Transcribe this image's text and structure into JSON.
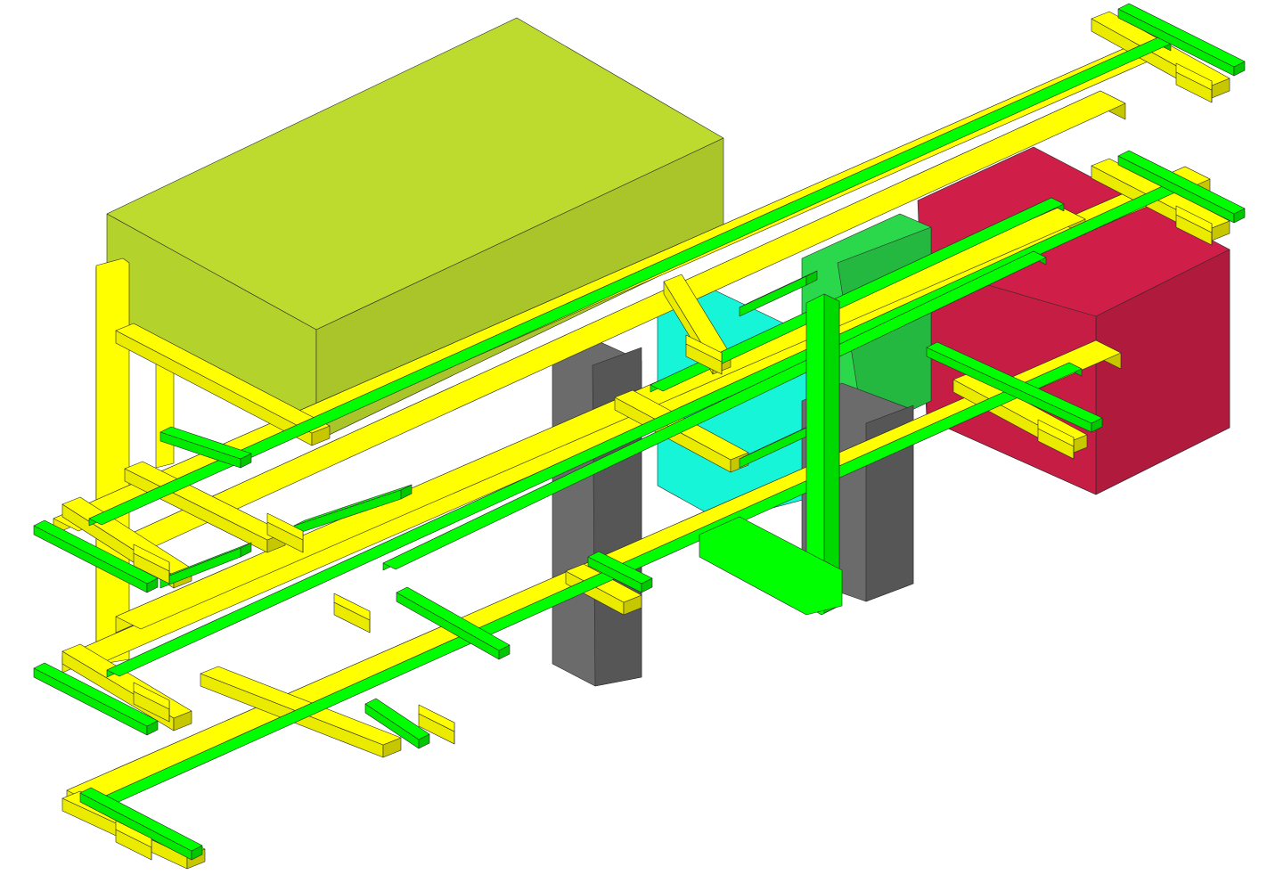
{
  "scene": {
    "kind": "isometric-3d-assembly",
    "background": "#ffffff",
    "palette": {
      "yellow": "#ffff00",
      "green": "#00ff00",
      "olive": "#bcdb2e",
      "cyan": "#17f5d8",
      "dark_green": "#2bd84b",
      "crimson": "#cf1e48",
      "gray": "#6b6b6b",
      "outline": "#2a2a2a"
    },
    "components": [
      {
        "name": "olive-block",
        "color": "olive"
      },
      {
        "name": "crimson-block",
        "color": "crimson"
      },
      {
        "name": "dark-green-block",
        "color": "dark_green"
      },
      {
        "name": "cyan-panel",
        "color": "cyan"
      },
      {
        "name": "gray-post",
        "color": "gray",
        "count": 2
      },
      {
        "name": "yellow-frame",
        "color": "yellow"
      },
      {
        "name": "green-rails",
        "color": "green"
      }
    ]
  }
}
